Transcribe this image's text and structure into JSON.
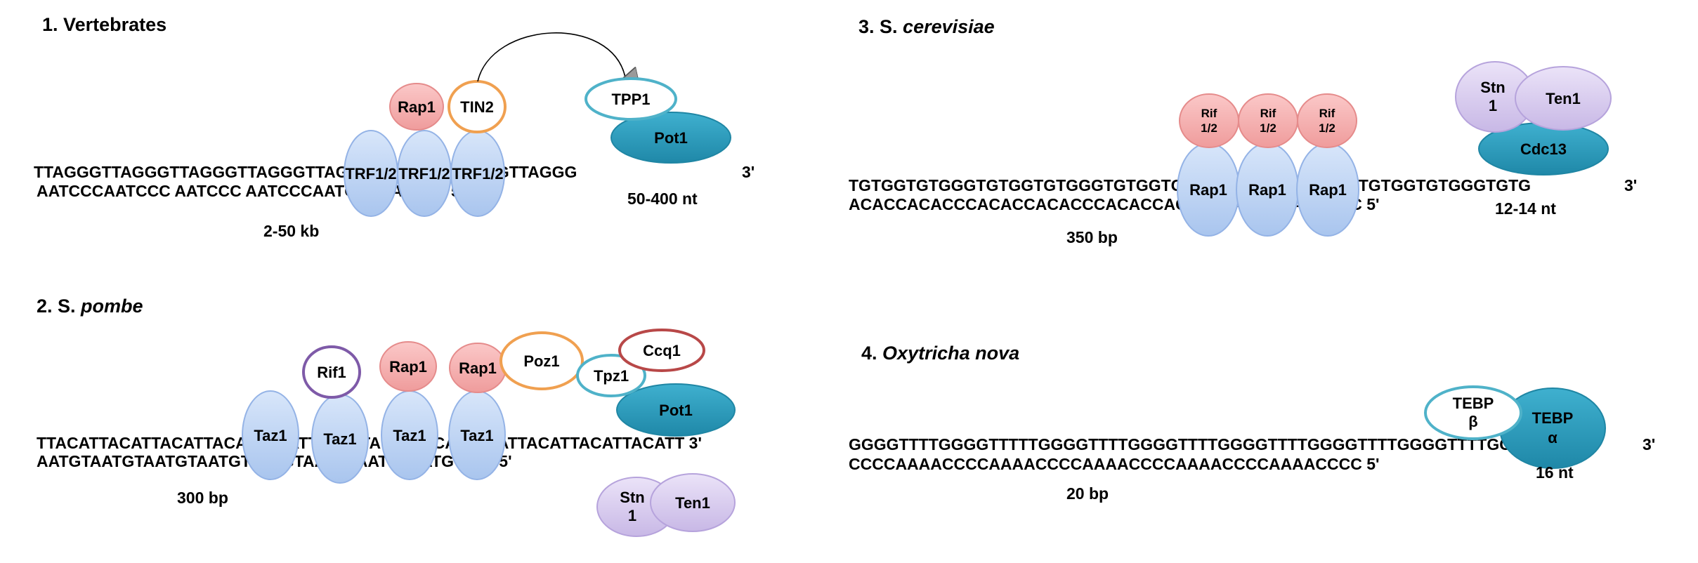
{
  "header_fragment": "",
  "colors": {
    "blue_fill": "#c4d8f6",
    "blue_stroke": "#94b3e6",
    "red_fill": "#f7b4b4",
    "red_stroke": "#e58b8b",
    "purple_fill": "#dcd1f0",
    "purple_stroke": "#b6a3dc",
    "teal_fill": "#2f9fbe",
    "teal_stroke": "#1f86a4",
    "orange_stroke": "#f0a050",
    "teal_outline": "#4fb2c9",
    "purple_outline": "#7e5aa8",
    "brown_outline": "#b84848"
  },
  "panels": {
    "vertebrates": {
      "number": "1.",
      "name": "Vertebrates",
      "seq_top": "TTAGGGTTAGGGTTAGGGTTAGGGTTAGGGTTAGGGTTAGGGTTAGGG",
      "seq_bottom": "AATCCCAATCCC AATCCC AATCCCAATCCCAATCCC 5'",
      "three_prime": "3'",
      "length_ds": "2-50 kb",
      "length_ss": "50-400 nt",
      "proteins": {
        "trf1": "TRF1/2",
        "trf2": "TRF1/2",
        "trf3": "TRF1/2",
        "rap1": "Rap1",
        "tin2": "TIN2",
        "tpp1": "TPP1",
        "pot1": "Pot1"
      }
    },
    "pombe": {
      "number": "2. S.",
      "name": "pombe",
      "seq_top": "TTACATTACATTACATTACATTACATTACATTACATTACATTACATTACATTACATTACATT 3'",
      "seq_bottom": "AATGTAATGTAATGTAATGTAATGTAATGTAATGTAATGTAAT  5'",
      "length_ds": "300 bp",
      "proteins": {
        "taz1a": "Taz1",
        "taz1b": "Taz1",
        "taz1c": "Taz1",
        "taz1d": "Taz1",
        "rif1": "Rif1",
        "rap1a": "Rap1",
        "rap1b": "Rap1",
        "poz1": "Poz1",
        "tpz1": "Tpz1",
        "ccq1": "Ccq1",
        "pot1": "Pot1",
        "stn1_line1": "Stn",
        "stn1_line2": "1",
        "ten1": "Ten1"
      }
    },
    "cerevisiae": {
      "number": "3. S.",
      "name": "cerevisiae",
      "seq_top": "TGTGGTGTGGGTGTGGTGTGGGTGTGGTGTGGGTGTGGTGTGGGTGTGGTGTGGGTGTG",
      "seq_bottom": "ACACCACACCCACACCACACCCACACCACACCCACACCACACCC 5'",
      "three_prime": "3'",
      "length_ds": "350 bp",
      "length_ss": "12-14 nt",
      "proteins": {
        "rif_line1": "Rif",
        "rif_line2": "1/2",
        "rap1a": "Rap1",
        "rap1b": "Rap1",
        "rap1c": "Rap1",
        "stn1_line1": "Stn",
        "stn1_line2": "1",
        "ten1": "Ten1",
        "cdc13": "Cdc13"
      }
    },
    "oxytricha": {
      "number": "4.",
      "name": "Oxytricha nova",
      "seq_top": "GGGGTTTTGGGGTTTTTGGGGTTTTGGGGTTTTGGGGTTTTGGGGTTTTGGGGTTTTGGGG",
      "seq_bottom": "CCCCAAAACCCCAAAACCCCAAAACCCCAAAACCCCAAAACCCC 5'",
      "three_prime": "3'",
      "length_ds": "20 bp",
      "length_ss": "16 nt",
      "proteins": {
        "tebp_beta_line1": "TEBP",
        "tebp_beta_line2": "β",
        "tebp_alpha_line1": "TEBP",
        "tebp_alpha_line2": "α"
      }
    }
  }
}
